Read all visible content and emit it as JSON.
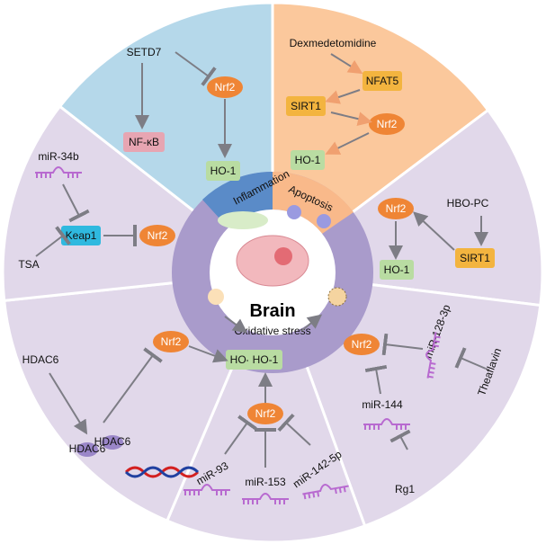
{
  "center": {
    "title": "Brain",
    "ring_label": "Oxidative stress",
    "inflammation": "Inflammation",
    "apoptosis": "Apoptosis"
  },
  "sectors": {
    "inflammation": {
      "nodes": [
        "SETD7",
        "Nrf2",
        "NF-κB",
        "HO-1"
      ]
    },
    "apoptosis": {
      "nodes": [
        "Dexmedetomidine",
        "NFAT5",
        "SIRT1",
        "Nrf2",
        "HO-1"
      ]
    },
    "keap1": {
      "nodes": [
        "miR-34b",
        "Keap1",
        "Nrf2",
        "TSA"
      ]
    },
    "hbo": {
      "nodes": [
        "HBO-PC",
        "Nrf2",
        "SIRT1",
        "HO-1"
      ]
    },
    "hdac6": {
      "nodes": [
        "HDAC6",
        "Nrf2",
        "HO-1",
        "HDAC6",
        "HDAC6"
      ]
    },
    "mirs": {
      "nodes": [
        "HO-1",
        "Nrf2",
        "miR-93",
        "miR-153",
        "miR-142-5p"
      ]
    },
    "rg1": {
      "nodes": [
        "Nrf2",
        "miR-128-3p",
        "Theaflavin",
        "miR-144",
        "Rg1"
      ]
    }
  },
  "colors": {
    "inflammation": "#b5d8ea",
    "apoptosis": "#fbc89c",
    "pathway": "#e1d8ea",
    "ring": "#a99bcb",
    "nrf2": "#ef8535",
    "ho1": "#b9dca2",
    "sirt1": "#f3b43f",
    "keap1": "#2fb9df",
    "nfkb": "#e7a5b2"
  }
}
